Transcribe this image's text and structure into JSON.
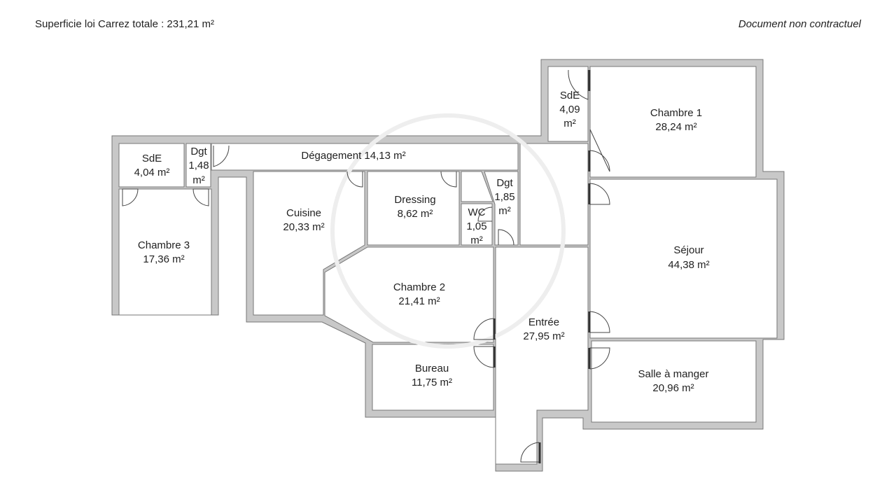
{
  "header": {
    "total_area": "Superficie loi Carrez totale : 231,21 m²",
    "disclaimer": "Document non contractuel"
  },
  "rooms": {
    "sde_left": [
      "SdE",
      "4,04 m²"
    ],
    "dgt_small": [
      "Dgt",
      "1,48",
      "m²"
    ],
    "chambre3": [
      "Chambre 3",
      "17,36 m²"
    ],
    "degagement": [
      "Dégagement 14,13 m²"
    ],
    "cuisine": [
      "Cuisine",
      "20,33 m²"
    ],
    "dressing": [
      "Dressing",
      "8,62 m²"
    ],
    "wc": [
      "WC",
      "1,05",
      "m²"
    ],
    "dgt_mid": [
      "Dgt",
      "1,85",
      "m²"
    ],
    "sde_right": [
      "SdE",
      "4,09",
      "m²"
    ],
    "chambre1": [
      "Chambre 1",
      "28,24 m²"
    ],
    "sejour": [
      "Séjour",
      "44,38 m²"
    ],
    "chambre2": [
      "Chambre 2",
      "21,41 m²"
    ],
    "entree": [
      "Entrée",
      "27,95 m²"
    ],
    "bureau": [
      "Bureau",
      "11,75 m²"
    ],
    "salle_a_manger": [
      "Salle à manger",
      "20,96 m²"
    ]
  },
  "colors": {
    "wall": "#c8c8c8",
    "outline": "#777777"
  }
}
